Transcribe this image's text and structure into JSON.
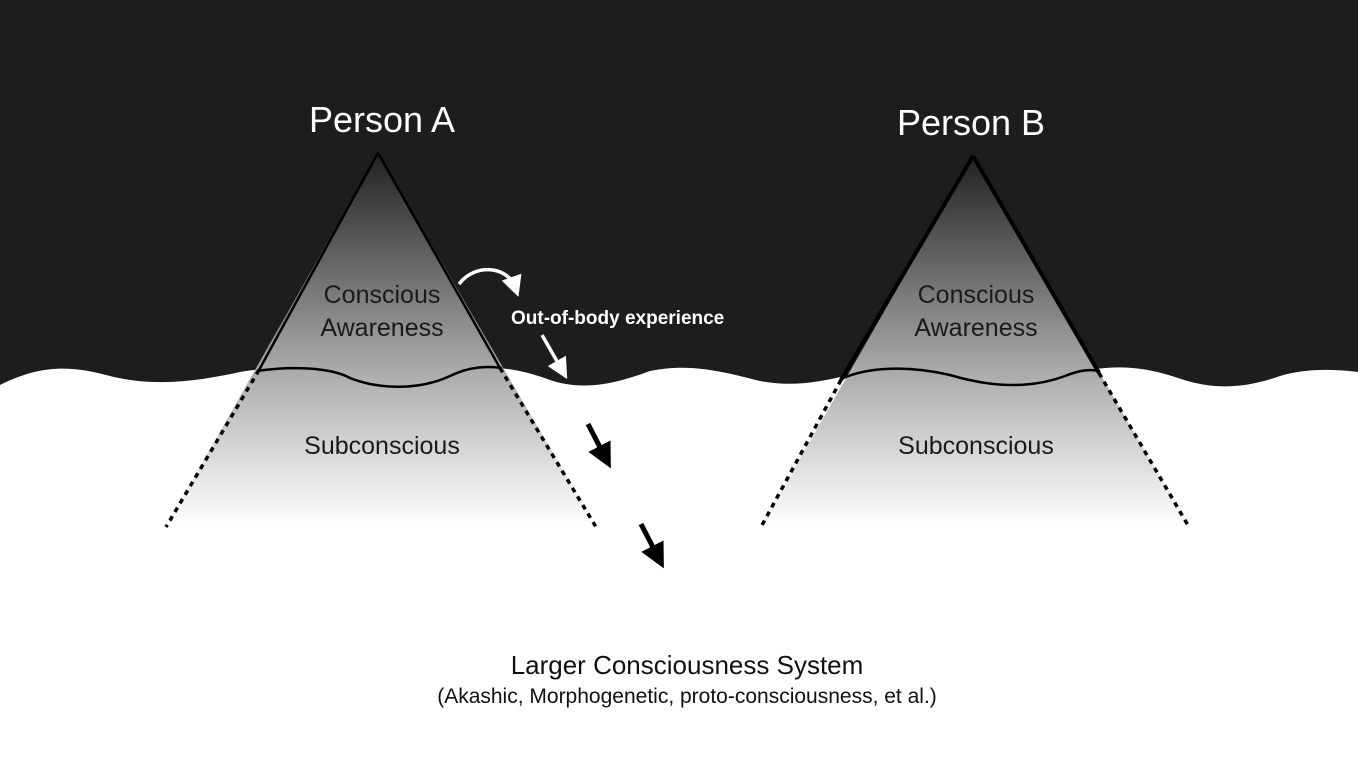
{
  "persons": [
    {
      "id": "a",
      "title": "Person A",
      "conscious_label": [
        "Conscious",
        "Awareness"
      ],
      "subconscious_label": "Subconscious"
    },
    {
      "id": "b",
      "title": "Person B",
      "conscious_label": [
        "Conscious",
        "Awareness"
      ],
      "subconscious_label": "Subconscious"
    }
  ],
  "out_of_body_label": "Out-of-body experience",
  "system": {
    "title": "Larger Consciousness System",
    "subtitle": "(Akashic, Morphogenetic, proto-consciousness, et al.)"
  },
  "colors": {
    "sky": "#1d1d1d",
    "ground": "#ffffff",
    "triangle_top": "#1f1f1f",
    "triangle_mid": "#a9a9a9",
    "outline": "#000000"
  }
}
